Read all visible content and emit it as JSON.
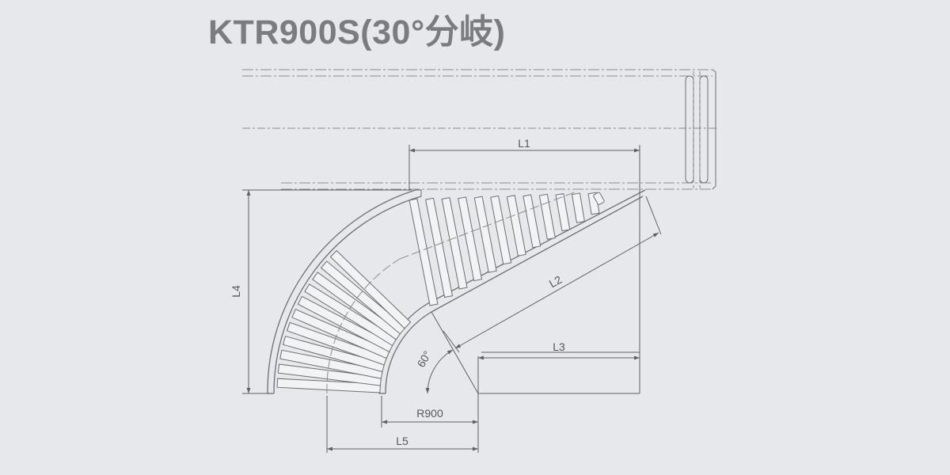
{
  "title": "KTR900S(30°分岐)",
  "dimensions": {
    "l1": "L1",
    "l2": "L2",
    "l3": "L3",
    "l4": "L4",
    "l5": "L5",
    "radius": "R900",
    "angle": "60°"
  },
  "colors": {
    "background": "#e7e8ec",
    "title": "#7b7c80",
    "roller_fill": "#f2f3f5",
    "line": "#6d6e72"
  }
}
